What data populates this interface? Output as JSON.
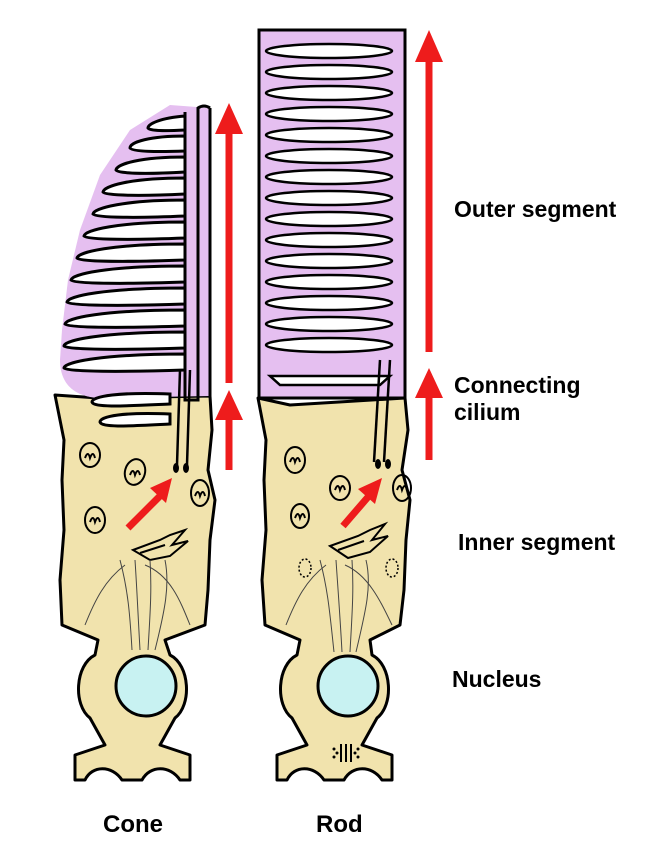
{
  "labels": {
    "outer_segment": "Outer segment",
    "connecting_cilium_line1": "Connecting",
    "connecting_cilium_line2": "cilium",
    "inner_segment": "Inner segment",
    "nucleus": "Nucleus",
    "cone": "Cone",
    "rod": "Rod"
  },
  "colors": {
    "outer_segment_fill": "#e5bff0",
    "inner_segment_fill": "#f7eec0",
    "cell_body_fill": "#f1e3ad",
    "nucleus_fill": "#c8f2f2",
    "arrow": "#ee1c1c",
    "outline": "#000000"
  }
}
